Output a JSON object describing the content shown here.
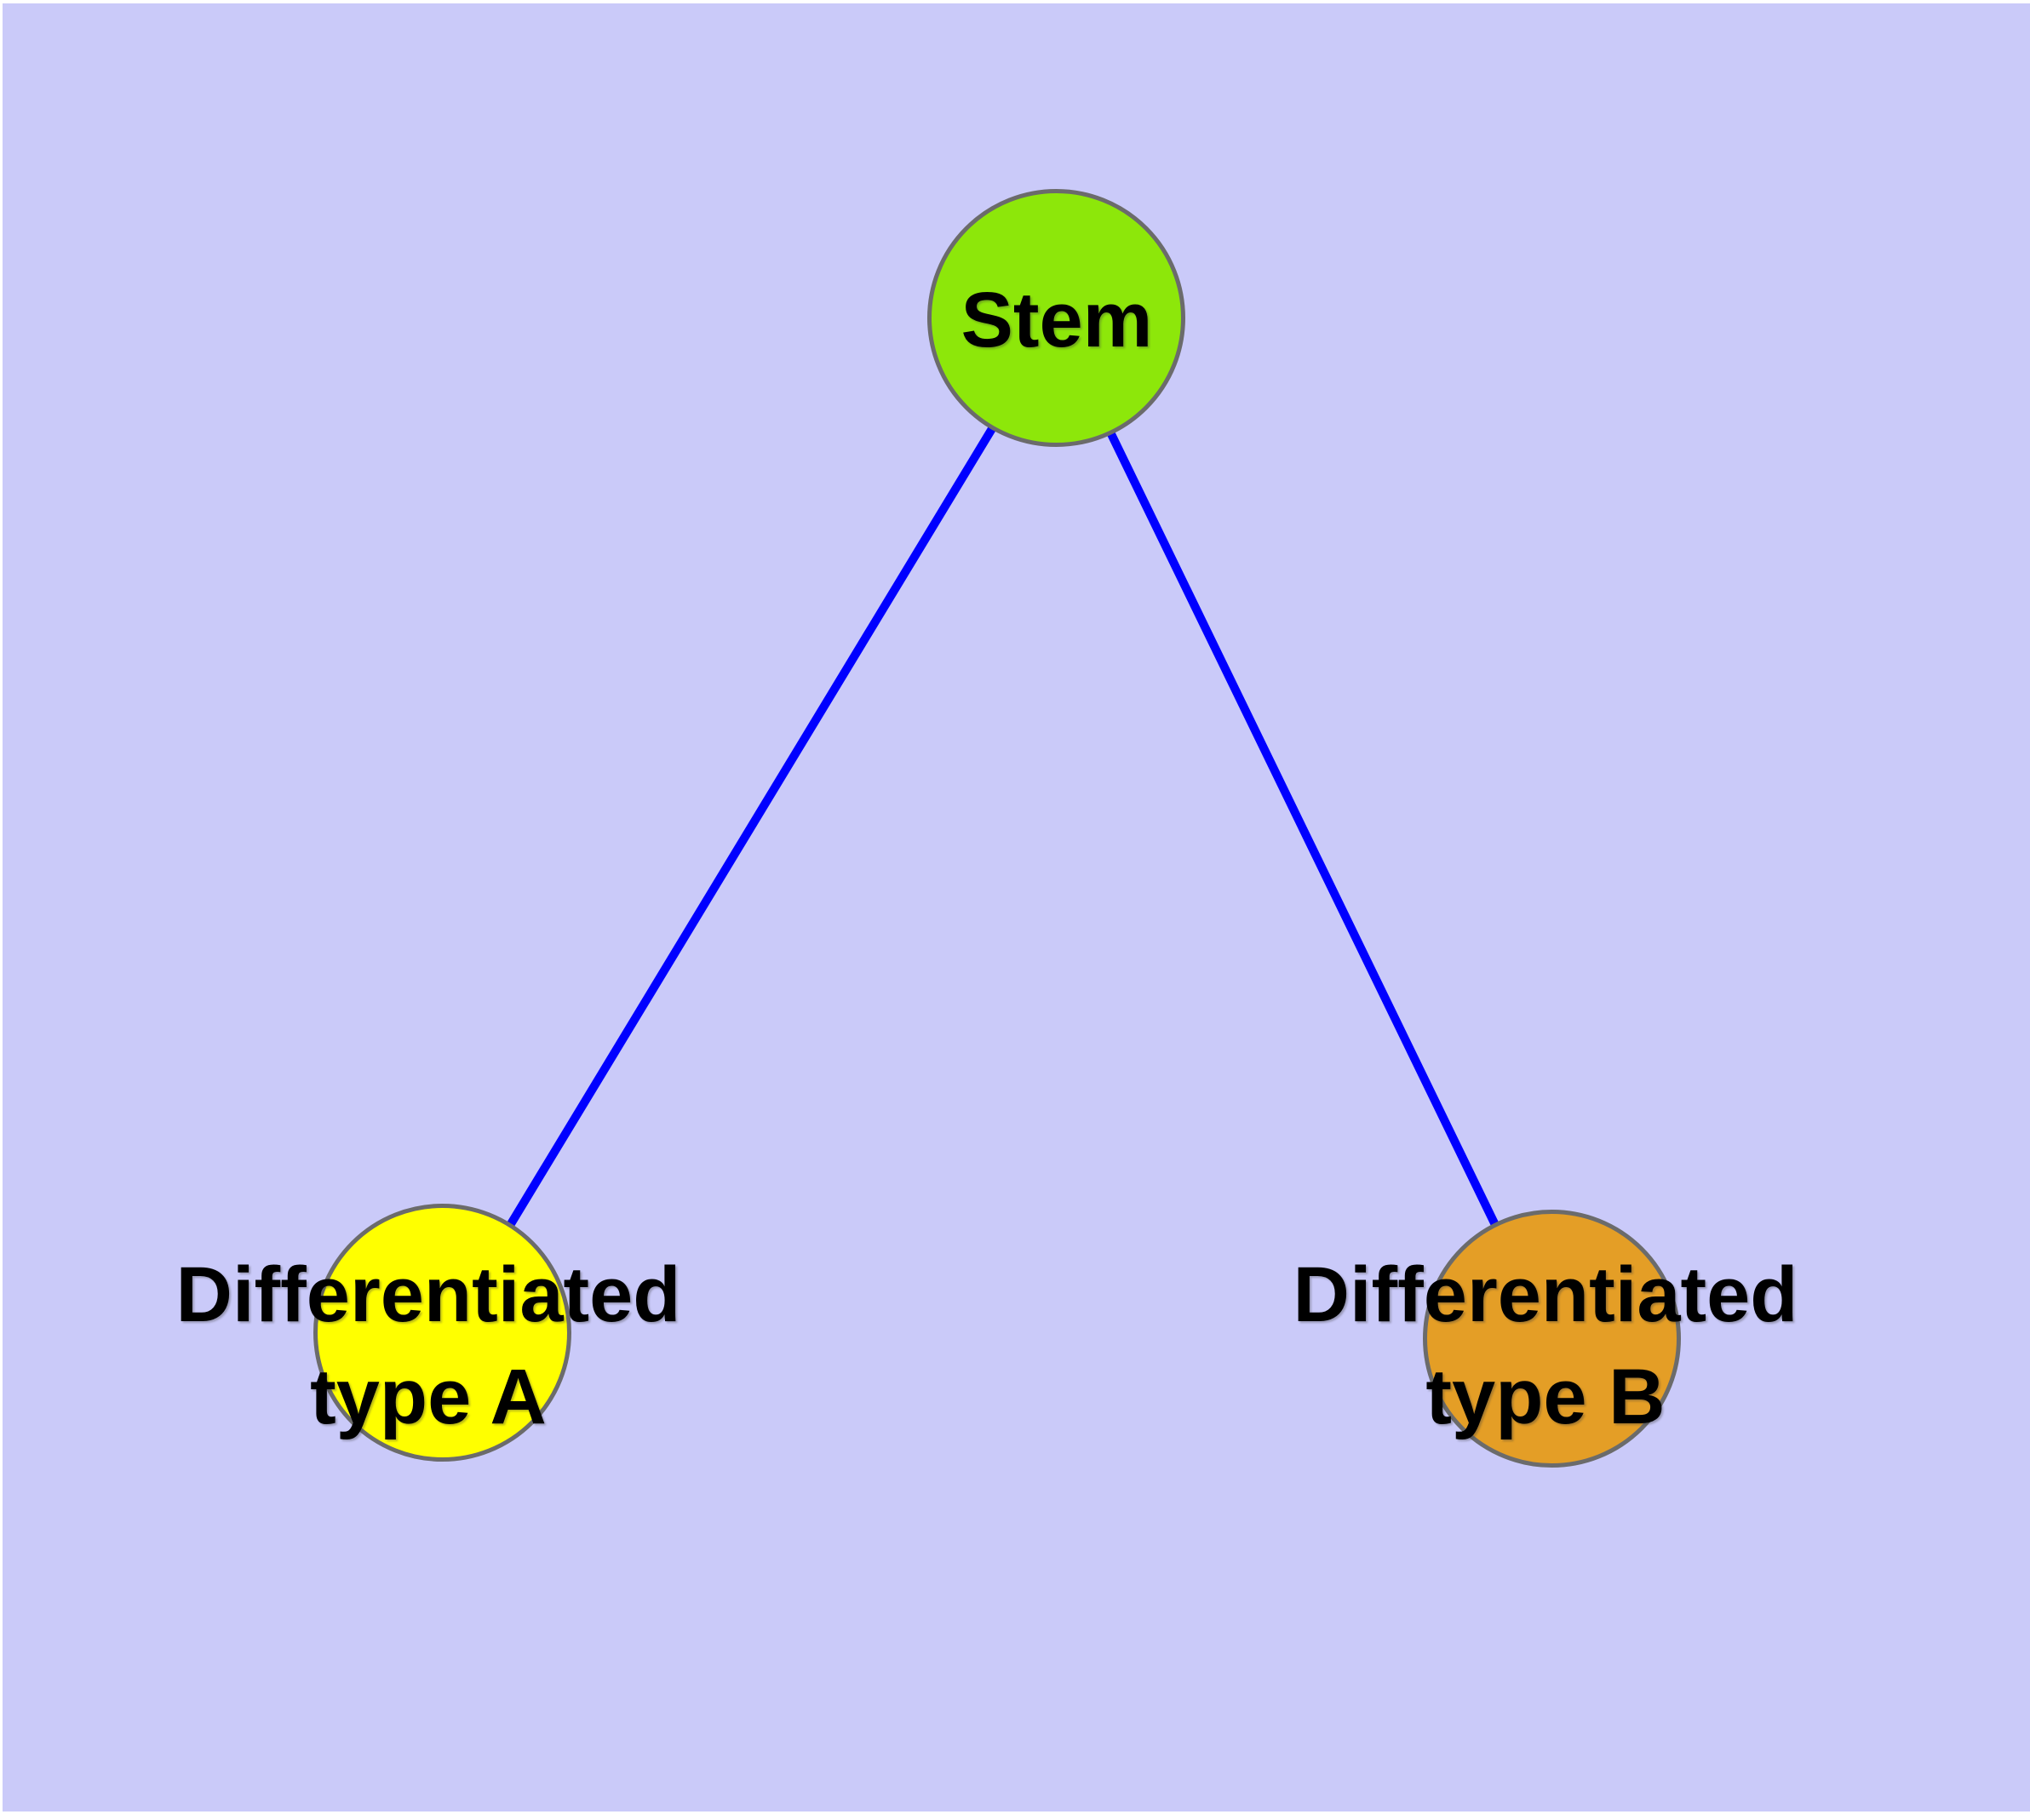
{
  "diagram": {
    "type": "node-link-graph",
    "background_color": "#CACAF9",
    "edge_color": "#0000FF",
    "node_border_color": "#6B6B6B",
    "nodes": [
      {
        "id": "stem",
        "label": "Stem",
        "line1": "Stem",
        "line2": "",
        "color": "#8DE70A"
      },
      {
        "id": "type-a",
        "label": "Differentiated type A",
        "line1": "Differentiated",
        "line2": "type A",
        "color": "#FFFF00"
      },
      {
        "id": "type-b",
        "label": "Differentiated type B",
        "line1": "Differentiated",
        "line2": "type B",
        "color": "#E49E26"
      }
    ],
    "edges": [
      {
        "from": "Stem",
        "to": "Differentiated type A"
      },
      {
        "from": "Stem",
        "to": "Differentiated type B"
      }
    ]
  }
}
